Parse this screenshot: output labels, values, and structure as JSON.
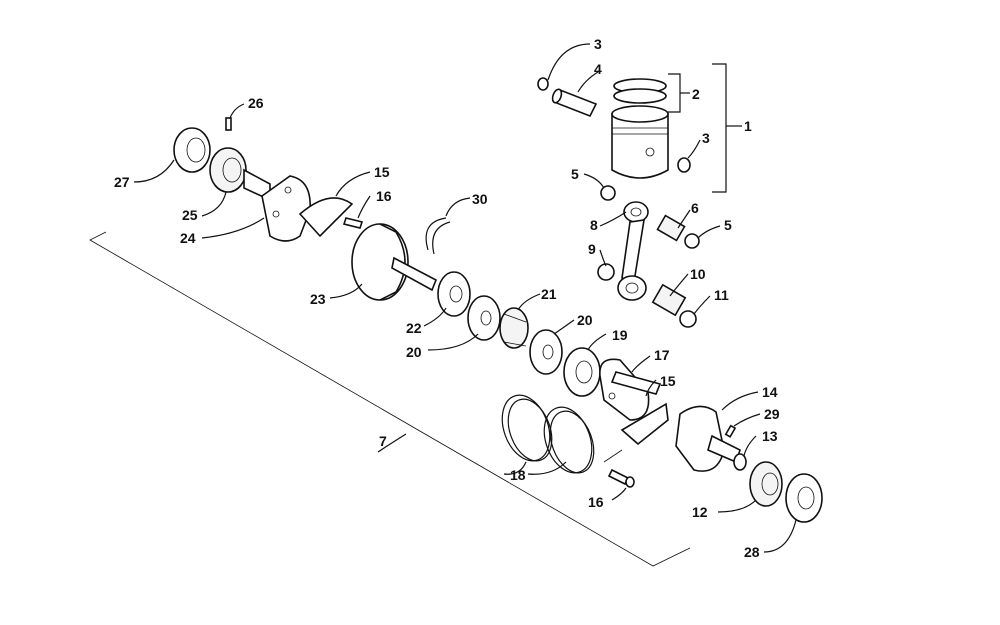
{
  "diagram": {
    "labels": {
      "1": "1",
      "2": "2",
      "3a": "3",
      "3b": "3",
      "4": "4",
      "5a": "5",
      "5b": "5",
      "6": "6",
      "7": "7",
      "8": "8",
      "9": "9",
      "10": "10",
      "11": "11",
      "12": "12",
      "13": "13",
      "14": "14",
      "15a": "15",
      "15b": "15",
      "16a": "16",
      "16b": "16",
      "17": "17",
      "18": "18",
      "19": "19",
      "20a": "20",
      "20b": "20",
      "21": "21",
      "22": "22",
      "23": "23",
      "24": "24",
      "25": "25",
      "26": "26",
      "27": "27",
      "28": "28",
      "29": "29",
      "30": "30"
    }
  }
}
